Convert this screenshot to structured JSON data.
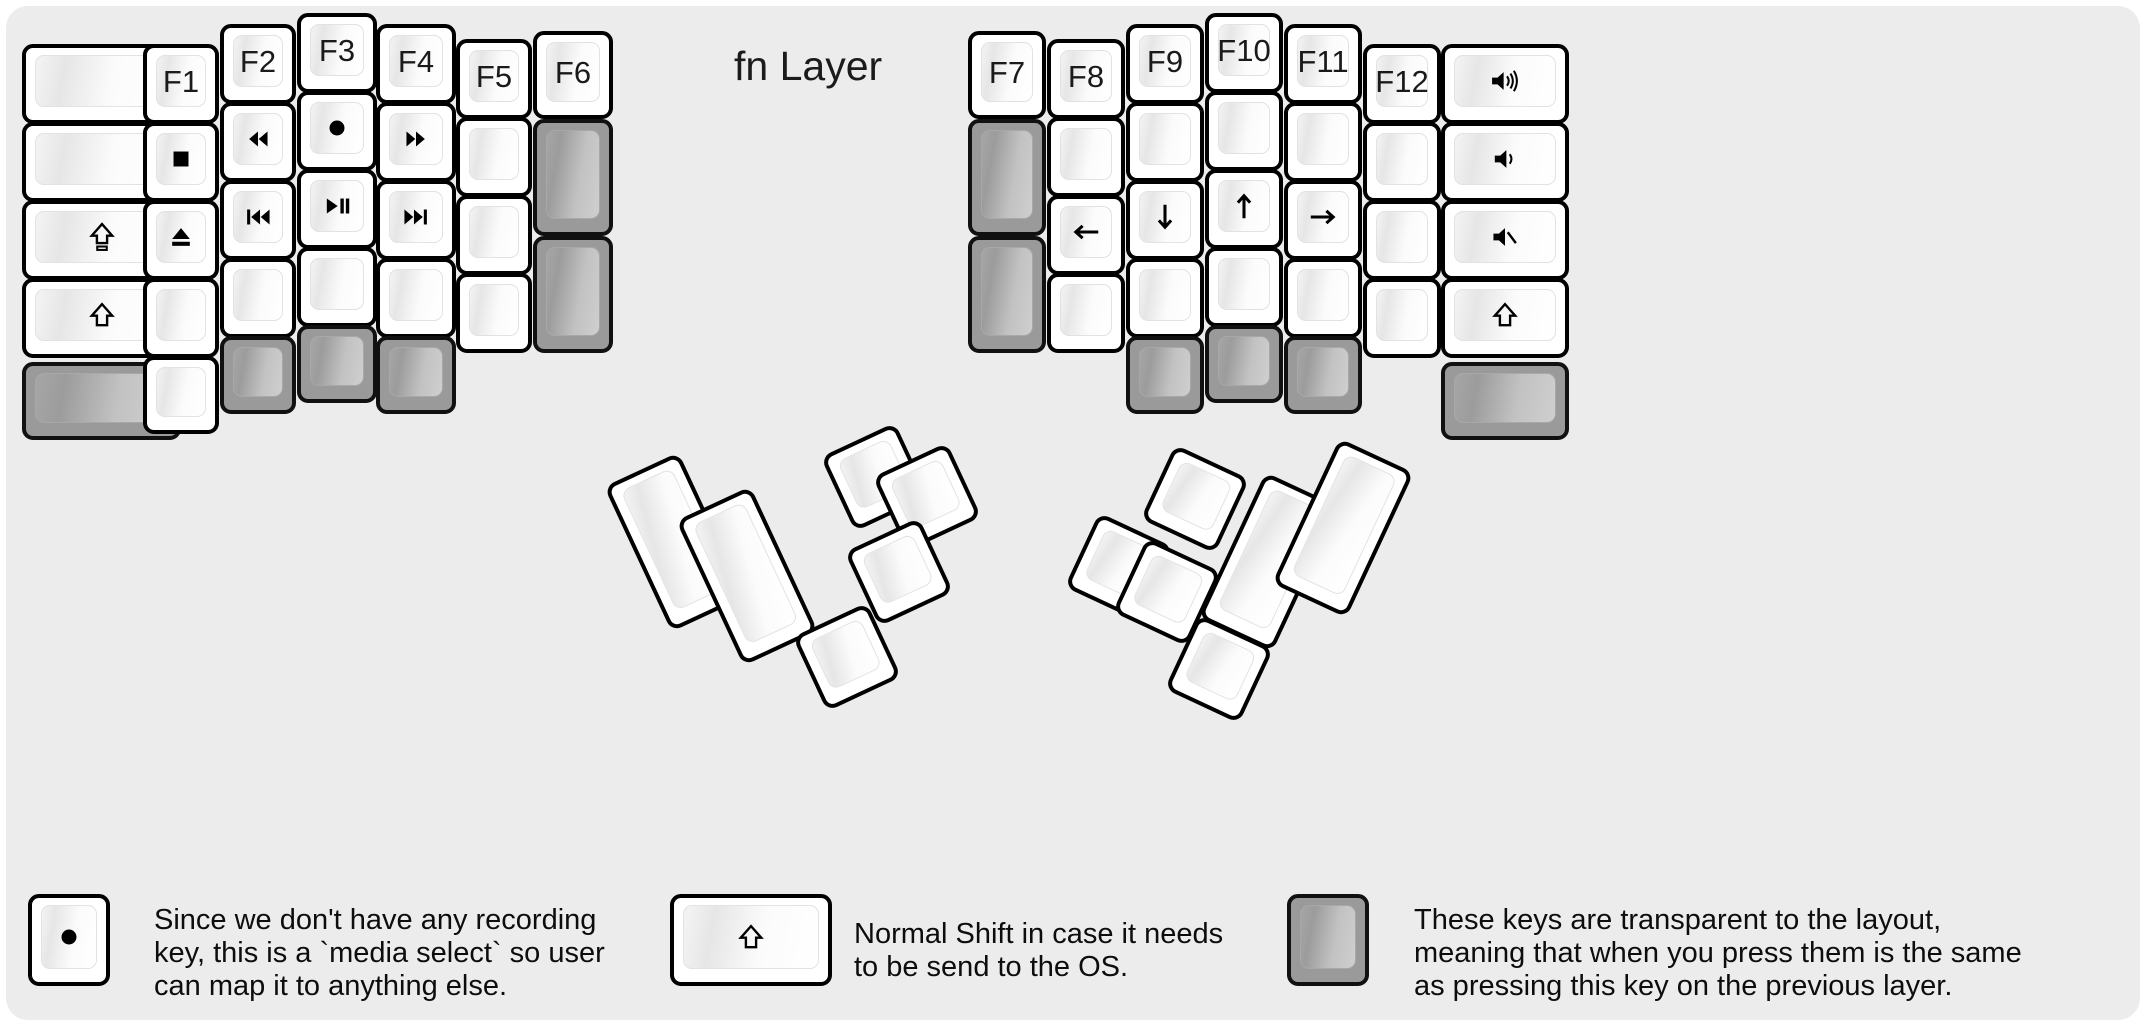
{
  "title": "fn Layer",
  "colors": {
    "background": "#ececec",
    "keycap_border": "#000000",
    "keycap_face_light": "#ffffff",
    "transparent_key": "#9a9a9a",
    "text": "#1a1a1a"
  },
  "left_half": {
    "columns": [
      {
        "name": "col-outer-left",
        "keys": [
          {
            "label": "",
            "icon": "",
            "type": "normal"
          },
          {
            "label": "",
            "icon": "",
            "type": "normal"
          },
          {
            "label": "",
            "icon": "shift-lock-icon",
            "type": "normal"
          },
          {
            "label": "",
            "icon": "shift-icon",
            "type": "normal"
          },
          {
            "label": "",
            "icon": "",
            "type": "transparent"
          }
        ]
      },
      {
        "name": "col-f1",
        "keys": [
          {
            "label": "F1",
            "icon": "",
            "type": "normal"
          },
          {
            "label": "",
            "icon": "media-stop-icon",
            "type": "normal"
          },
          {
            "label": "",
            "icon": "media-eject-icon",
            "type": "normal"
          },
          {
            "label": "",
            "icon": "",
            "type": "normal"
          },
          {
            "label": "",
            "icon": "",
            "type": "normal"
          }
        ]
      },
      {
        "name": "col-f2",
        "keys": [
          {
            "label": "F2",
            "icon": "",
            "type": "normal"
          },
          {
            "label": "",
            "icon": "media-rewind-icon",
            "type": "normal"
          },
          {
            "label": "",
            "icon": "media-previous-icon",
            "type": "normal"
          },
          {
            "label": "",
            "icon": "",
            "type": "normal"
          },
          {
            "label": "",
            "icon": "",
            "type": "transparent"
          }
        ]
      },
      {
        "name": "col-f3",
        "keys": [
          {
            "label": "F3",
            "icon": "",
            "type": "normal"
          },
          {
            "label": "",
            "icon": "media-record-icon",
            "type": "normal"
          },
          {
            "label": "",
            "icon": "media-play-pause-icon",
            "type": "normal"
          },
          {
            "label": "",
            "icon": "",
            "type": "normal"
          },
          {
            "label": "",
            "icon": "",
            "type": "transparent"
          }
        ]
      },
      {
        "name": "col-f4",
        "keys": [
          {
            "label": "F4",
            "icon": "",
            "type": "normal"
          },
          {
            "label": "",
            "icon": "media-fast-forward-icon",
            "type": "normal"
          },
          {
            "label": "",
            "icon": "media-next-icon",
            "type": "normal"
          },
          {
            "label": "",
            "icon": "",
            "type": "normal"
          },
          {
            "label": "",
            "icon": "",
            "type": "transparent"
          }
        ]
      },
      {
        "name": "col-f5",
        "keys": [
          {
            "label": "F5",
            "icon": "",
            "type": "normal"
          },
          {
            "label": "",
            "icon": "",
            "type": "normal"
          },
          {
            "label": "",
            "icon": "",
            "type": "normal"
          },
          {
            "label": "",
            "icon": "",
            "type": "normal"
          }
        ]
      },
      {
        "name": "col-f6",
        "keys": [
          {
            "label": "F6",
            "icon": "",
            "type": "normal"
          },
          {
            "label": "",
            "icon": "",
            "type": "transparent"
          },
          {
            "label": "",
            "icon": "",
            "type": "transparent"
          }
        ]
      }
    ]
  },
  "right_half": {
    "columns": [
      {
        "name": "col-f7",
        "keys": [
          {
            "label": "F7",
            "icon": "",
            "type": "normal"
          },
          {
            "label": "",
            "icon": "",
            "type": "transparent"
          },
          {
            "label": "",
            "icon": "",
            "type": "transparent"
          }
        ]
      },
      {
        "name": "col-f8",
        "keys": [
          {
            "label": "F8",
            "icon": "",
            "type": "normal"
          },
          {
            "label": "",
            "icon": "",
            "type": "normal"
          },
          {
            "label": "",
            "icon": "arrow-left-icon",
            "type": "normal"
          },
          {
            "label": "",
            "icon": "",
            "type": "normal"
          }
        ]
      },
      {
        "name": "col-f9",
        "keys": [
          {
            "label": "F9",
            "icon": "",
            "type": "normal"
          },
          {
            "label": "",
            "icon": "",
            "type": "normal"
          },
          {
            "label": "",
            "icon": "arrow-down-icon",
            "type": "normal"
          },
          {
            "label": "",
            "icon": "",
            "type": "normal"
          },
          {
            "label": "",
            "icon": "",
            "type": "transparent"
          }
        ]
      },
      {
        "name": "col-f10",
        "keys": [
          {
            "label": "F10",
            "icon": "",
            "type": "normal"
          },
          {
            "label": "",
            "icon": "",
            "type": "normal"
          },
          {
            "label": "",
            "icon": "arrow-up-icon",
            "type": "normal"
          },
          {
            "label": "",
            "icon": "",
            "type": "normal"
          },
          {
            "label": "",
            "icon": "",
            "type": "transparent"
          }
        ]
      },
      {
        "name": "col-f11",
        "keys": [
          {
            "label": "F11",
            "icon": "",
            "type": "normal"
          },
          {
            "label": "",
            "icon": "",
            "type": "normal"
          },
          {
            "label": "",
            "icon": "arrow-right-icon",
            "type": "normal"
          },
          {
            "label": "",
            "icon": "",
            "type": "normal"
          },
          {
            "label": "",
            "icon": "",
            "type": "transparent"
          }
        ]
      },
      {
        "name": "col-f12",
        "keys": [
          {
            "label": "F12",
            "icon": "",
            "type": "normal"
          },
          {
            "label": "",
            "icon": "",
            "type": "normal"
          },
          {
            "label": "",
            "icon": "",
            "type": "normal"
          },
          {
            "label": "",
            "icon": "",
            "type": "normal"
          }
        ]
      },
      {
        "name": "col-outer-right",
        "keys": [
          {
            "label": "",
            "icon": "volume-up-icon",
            "type": "normal"
          },
          {
            "label": "",
            "icon": "volume-down-icon",
            "type": "normal"
          },
          {
            "label": "",
            "icon": "volume-mute-icon",
            "type": "normal"
          },
          {
            "label": "",
            "icon": "shift-icon",
            "type": "normal"
          },
          {
            "label": "",
            "icon": "",
            "type": "transparent"
          }
        ]
      }
    ]
  },
  "left_thumb_cluster": {
    "name": "left-thumb-cluster",
    "keys": [
      {
        "label": "",
        "icon": "",
        "type": "normal"
      },
      {
        "label": "",
        "icon": "",
        "type": "normal"
      },
      {
        "label": "",
        "icon": "",
        "type": "normal"
      },
      {
        "label": "",
        "icon": "",
        "type": "normal"
      },
      {
        "label": "",
        "icon": "",
        "type": "normal"
      },
      {
        "label": "",
        "icon": "",
        "type": "normal"
      }
    ]
  },
  "right_thumb_cluster": {
    "name": "right-thumb-cluster",
    "keys": [
      {
        "label": "",
        "icon": "",
        "type": "normal"
      },
      {
        "label": "",
        "icon": "",
        "type": "normal"
      },
      {
        "label": "",
        "icon": "",
        "type": "normal"
      },
      {
        "label": "",
        "icon": "",
        "type": "normal"
      },
      {
        "label": "",
        "icon": "",
        "type": "normal"
      },
      {
        "label": "",
        "icon": "",
        "type": "normal"
      }
    ]
  },
  "legend": [
    {
      "icon": "media-record-icon",
      "key_type": "normal",
      "text": "Since we don't have any recording\nkey, this is a `media select` so user\ncan map it to anything else."
    },
    {
      "icon": "shift-icon",
      "key_type": "normal",
      "text": "Normal Shift in case it needs\nto be send to the OS."
    },
    {
      "icon": "",
      "key_type": "transparent",
      "text": "These keys are transparent to the layout,\nmeaning that when you press them is the same\nas pressing this key on the previous layer."
    }
  ]
}
